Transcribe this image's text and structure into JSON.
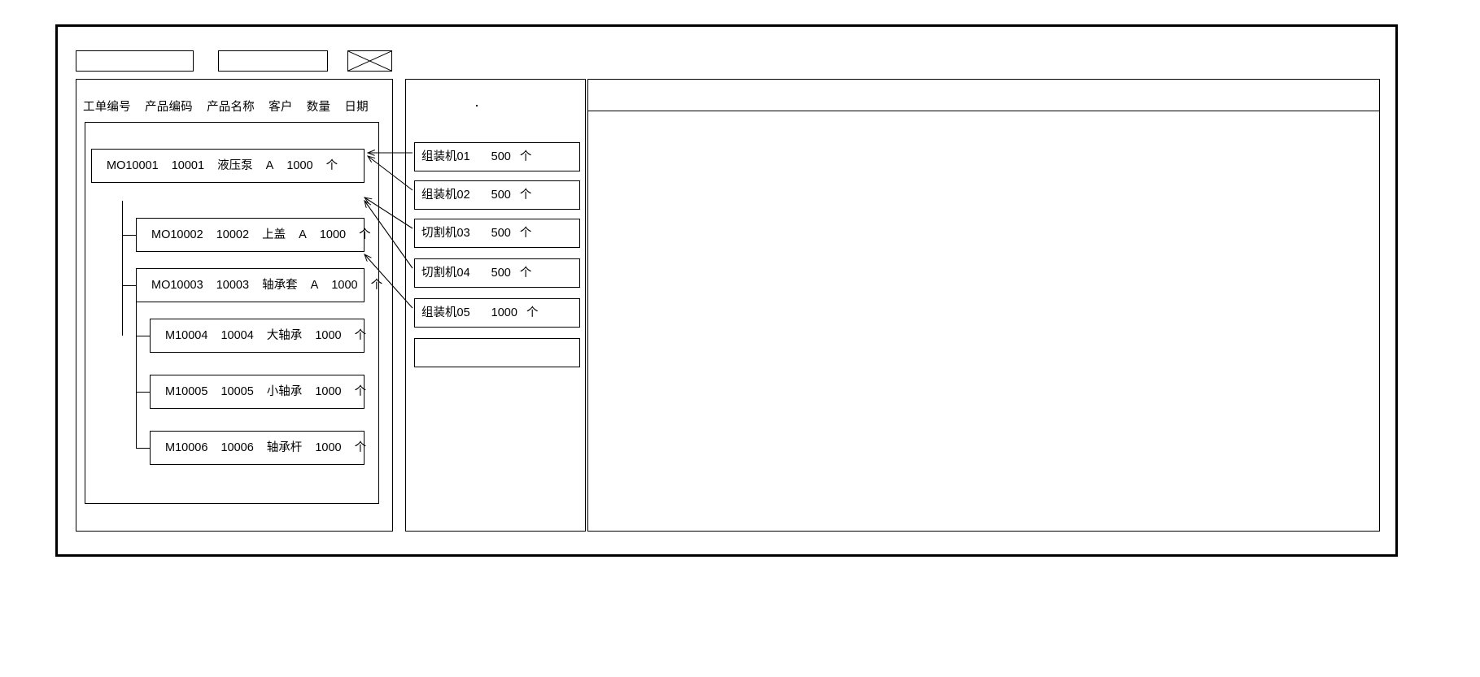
{
  "window": {
    "title": ""
  },
  "toolbar": {
    "fields": [
      {
        "name": "field-1",
        "value": "",
        "placeholder": ""
      },
      {
        "name": "field-2",
        "value": "",
        "placeholder": ""
      }
    ],
    "image_placeholder_icon": "crossed-box-icon"
  },
  "left_panel": {
    "columns": [
      "工单编号",
      "产品编码",
      "产品名称",
      "客户",
      "数量",
      "日期"
    ],
    "rows": [
      {
        "level": 0,
        "order_no": "MO10001",
        "product_code": "10001",
        "product_name": "液压泵",
        "customer": "A",
        "qty": "1000",
        "unit": "个"
      },
      {
        "level": 1,
        "order_no": "MO10002",
        "product_code": "10002",
        "product_name": "上盖",
        "customer": "A",
        "qty": "1000",
        "unit": "个"
      },
      {
        "level": 1,
        "order_no": "MO10003",
        "product_code": "10003",
        "product_name": "轴承套",
        "customer": "A",
        "qty": "1000",
        "unit": "个"
      },
      {
        "level": 2,
        "order_no": "M10004",
        "product_code": "10004",
        "product_name": "大轴承",
        "customer": "",
        "qty": "1000",
        "unit": "个"
      },
      {
        "level": 2,
        "order_no": "M10005",
        "product_code": "10005",
        "product_name": "小轴承",
        "customer": "",
        "qty": "1000",
        "unit": "个"
      },
      {
        "level": 2,
        "order_no": "M10006",
        "product_code": "10006",
        "product_name": "轴承杆",
        "customer": "",
        "qty": "1000",
        "unit": "个"
      }
    ]
  },
  "mid_panel": {
    "machines": [
      {
        "name": "组装机01",
        "qty": "500",
        "unit": "个"
      },
      {
        "name": "组装机02",
        "qty": "500",
        "unit": "个"
      },
      {
        "name": "切割机03",
        "qty": "500",
        "unit": "个"
      },
      {
        "name": "切割机04",
        "qty": "500",
        "unit": "个"
      },
      {
        "name": "组装机05",
        "qty": "1000",
        "unit": "个"
      },
      {
        "name": "",
        "qty": "",
        "unit": ""
      }
    ]
  },
  "right_panel": {
    "header_text": "",
    "body_text": ""
  },
  "colors": {
    "line": "#000000",
    "background": "#ffffff"
  }
}
